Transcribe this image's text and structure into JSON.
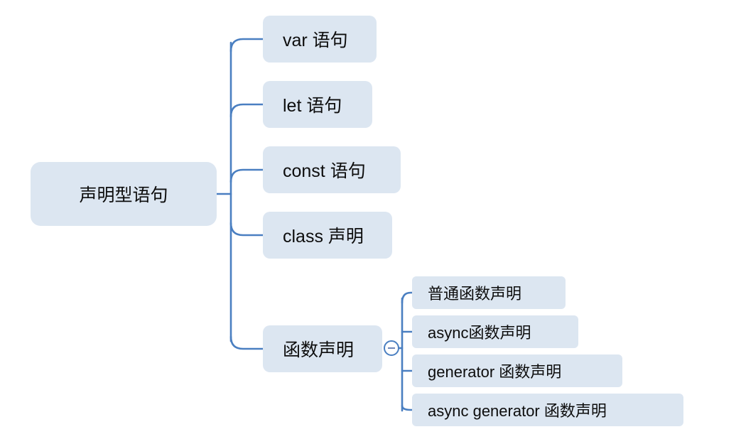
{
  "diagram": {
    "type": "mind-map",
    "background_color": "#ffffff",
    "node_fill_color": "#dce6f1",
    "node_text_color": "#0d0d0d",
    "connector_color": "#4a7fc1",
    "root": {
      "label": "声明型语句"
    },
    "branches": [
      {
        "label": "var 语句"
      },
      {
        "label": "let 语句"
      },
      {
        "label": "const 语句"
      },
      {
        "label": "class 声明"
      },
      {
        "label": "函数声明",
        "toggle": {
          "icon": "minus-circle-icon",
          "state": "expanded"
        },
        "children": [
          {
            "label": "普通函数声明"
          },
          {
            "label": "async函数声明"
          },
          {
            "label": "generator 函数声明"
          },
          {
            "label": "async generator 函数声明"
          }
        ]
      }
    ]
  }
}
